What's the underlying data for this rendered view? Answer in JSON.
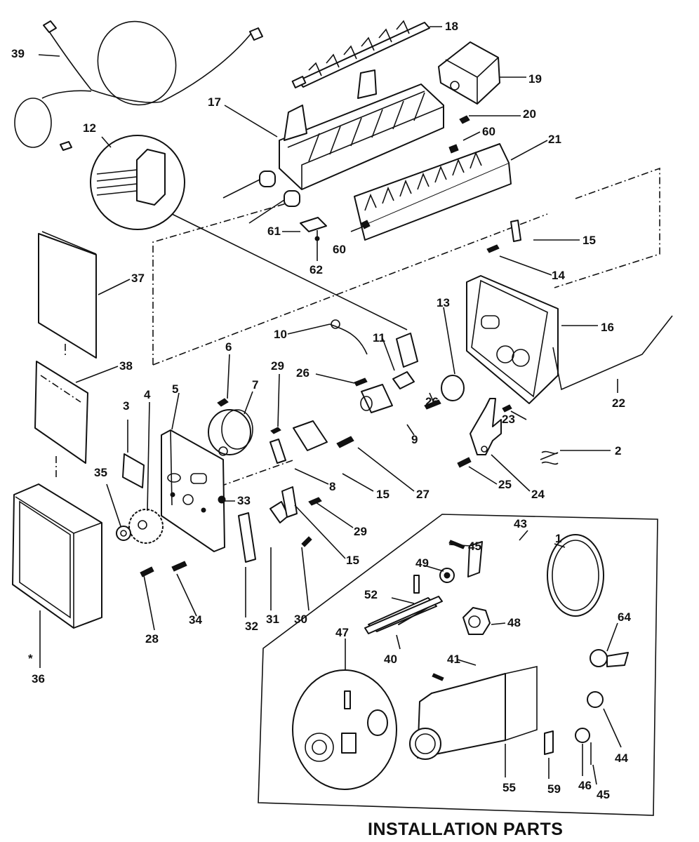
{
  "diagram": {
    "title": "Ice Maker Assembly — Exploded Parts View",
    "caption": "INSTALLATION PARTS",
    "callouts": [
      {
        "id": "c39",
        "text": "39",
        "part": "wire harness"
      },
      {
        "id": "c18",
        "text": "18",
        "part": "ejector"
      },
      {
        "id": "c19",
        "text": "19",
        "part": "stripper cover"
      },
      {
        "id": "c17",
        "text": "17",
        "part": "ice mold"
      },
      {
        "id": "c20",
        "text": "20",
        "part": "screw"
      },
      {
        "id": "c60a",
        "text": "60",
        "part": "screw"
      },
      {
        "id": "c21",
        "text": "21",
        "part": "stripper"
      },
      {
        "id": "c12",
        "text": "12",
        "part": "connector (detail)"
      },
      {
        "id": "c61",
        "text": "61",
        "part": "clip"
      },
      {
        "id": "c60b",
        "text": "60",
        "part": "screw"
      },
      {
        "id": "c62",
        "text": "62",
        "part": "screw"
      },
      {
        "id": "c15a",
        "text": "15",
        "part": "switch"
      },
      {
        "id": "c14",
        "text": "14",
        "part": "screw"
      },
      {
        "id": "c37",
        "text": "37",
        "part": "instruction sheet"
      },
      {
        "id": "c13",
        "text": "13",
        "part": "thermostat"
      },
      {
        "id": "c16",
        "text": "16",
        "part": "housing"
      },
      {
        "id": "c10",
        "text": "10",
        "part": "lever"
      },
      {
        "id": "c11",
        "text": "11",
        "part": "clip"
      },
      {
        "id": "c38",
        "text": "38",
        "part": "label"
      },
      {
        "id": "c6",
        "text": "6",
        "part": "screw"
      },
      {
        "id": "c29a",
        "text": "29",
        "part": "screw"
      },
      {
        "id": "c26a",
        "text": "26",
        "part": "screw"
      },
      {
        "id": "c7",
        "text": "7",
        "part": "motor"
      },
      {
        "id": "c22",
        "text": "22",
        "part": "shut-off arm"
      },
      {
        "id": "c26b",
        "text": "26",
        "part": "screw"
      },
      {
        "id": "c23",
        "text": "23",
        "part": "screw"
      },
      {
        "id": "c3",
        "text": "3",
        "part": "insulation"
      },
      {
        "id": "c4",
        "text": "4",
        "part": "gear"
      },
      {
        "id": "c5",
        "text": "5",
        "part": "mounting plate"
      },
      {
        "id": "c9",
        "text": "9",
        "part": "heater"
      },
      {
        "id": "c2",
        "text": "2",
        "part": "spring"
      },
      {
        "id": "c35",
        "text": "35",
        "part": "cam"
      },
      {
        "id": "c8",
        "text": "8",
        "part": "lever"
      },
      {
        "id": "c15b",
        "text": "15",
        "part": "switch"
      },
      {
        "id": "c27",
        "text": "27",
        "part": "screw"
      },
      {
        "id": "c25",
        "text": "25",
        "part": "screw"
      },
      {
        "id": "c24",
        "text": "24",
        "part": "arm"
      },
      {
        "id": "c33",
        "text": "33",
        "part": "bushing"
      },
      {
        "id": "c29b",
        "text": "29",
        "part": "screw"
      },
      {
        "id": "c15c",
        "text": "15",
        "part": "switch"
      },
      {
        "id": "c43",
        "text": "43",
        "part": "bracket"
      },
      {
        "id": "c45a",
        "text": "45",
        "part": "screw"
      },
      {
        "id": "c1",
        "text": "1",
        "part": "ring"
      },
      {
        "id": "c49",
        "text": "49",
        "part": "washer"
      },
      {
        "id": "c32",
        "text": "32",
        "part": "plate"
      },
      {
        "id": "c31",
        "text": "31",
        "part": "insulator"
      },
      {
        "id": "c30",
        "text": "30",
        "part": "screw"
      },
      {
        "id": "c52",
        "text": "52",
        "part": "fill tube"
      },
      {
        "id": "c48",
        "text": "48",
        "part": "nut"
      },
      {
        "id": "c28",
        "text": "28",
        "part": "screw"
      },
      {
        "id": "c34",
        "text": "34",
        "part": "screw"
      },
      {
        "id": "c64",
        "text": "64",
        "part": "clamp"
      },
      {
        "id": "c47",
        "text": "47",
        "part": "valve fitting (detail)"
      },
      {
        "id": "c40",
        "text": "40",
        "part": "tape"
      },
      {
        "id": "c41",
        "text": "41",
        "part": "screw"
      },
      {
        "id": "c36",
        "text": "36",
        "part": "cover"
      },
      {
        "id": "c36mark",
        "text": "*",
        "part": "note mark"
      },
      {
        "id": "c44",
        "text": "44",
        "part": "clamp"
      },
      {
        "id": "c55",
        "text": "55",
        "part": "water valve"
      },
      {
        "id": "c59",
        "text": "59",
        "part": "grommet"
      },
      {
        "id": "c46",
        "text": "46",
        "part": "clamp"
      },
      {
        "id": "c45b",
        "text": "45",
        "part": "screw"
      }
    ]
  }
}
